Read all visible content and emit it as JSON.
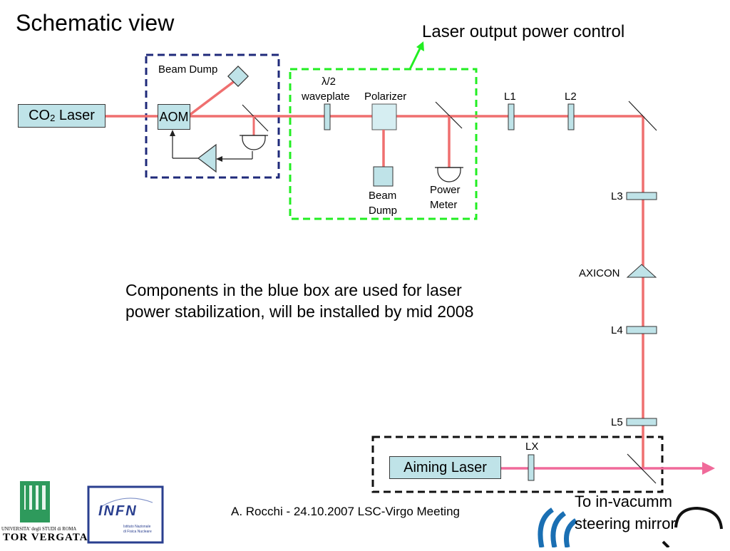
{
  "slide": {
    "title": "Schematic view",
    "footer": "A. Rocchi - 24.10.2007 LSC-Virgo Meeting"
  },
  "labels": {
    "laser_output_power_control": "Laser output power control",
    "co2_laser_main": "CO",
    "co2_laser_sub": "2",
    "co2_laser_tail": " Laser",
    "aom": "AOM",
    "beam_dump_top": "Beam Dump",
    "lambda_half": "λ/2",
    "waveplate": "waveplate",
    "polarizer": "Polarizer",
    "beam_dump_bottom_1": "Beam",
    "beam_dump_bottom_2": "Dump",
    "power_meter_1": "Power",
    "power_meter_2": "Meter",
    "l1": "L1",
    "l2": "L2",
    "l3": "L3",
    "axicon": "AXICON",
    "l4": "L4",
    "l5": "L5",
    "lx": "LX",
    "aiming_laser": "Aiming Laser",
    "to_vacuum_1": "To in-vacumm",
    "to_vacuum_2": "steering mirror"
  },
  "note": {
    "line1": "Components in the blue box are used for laser",
    "line2": "power stabilization, will be installed by mid 2008"
  },
  "logos": {
    "tor_vergata_line1": "UNIVERSITA' degli STUDI di ROMA",
    "tor_vergata_line2": "TOR VERGATA",
    "infn_main": "INFN",
    "infn_sub1": "Istituto Nazionale",
    "infn_sub2": "di Fisica Nucleare"
  },
  "colors": {
    "beam": "#ef6f6f",
    "blue_box": "#1f2a7a",
    "green_box": "#22ee22",
    "component_fill": "#bfe3e8",
    "output_arrow": "#f06a9a"
  }
}
